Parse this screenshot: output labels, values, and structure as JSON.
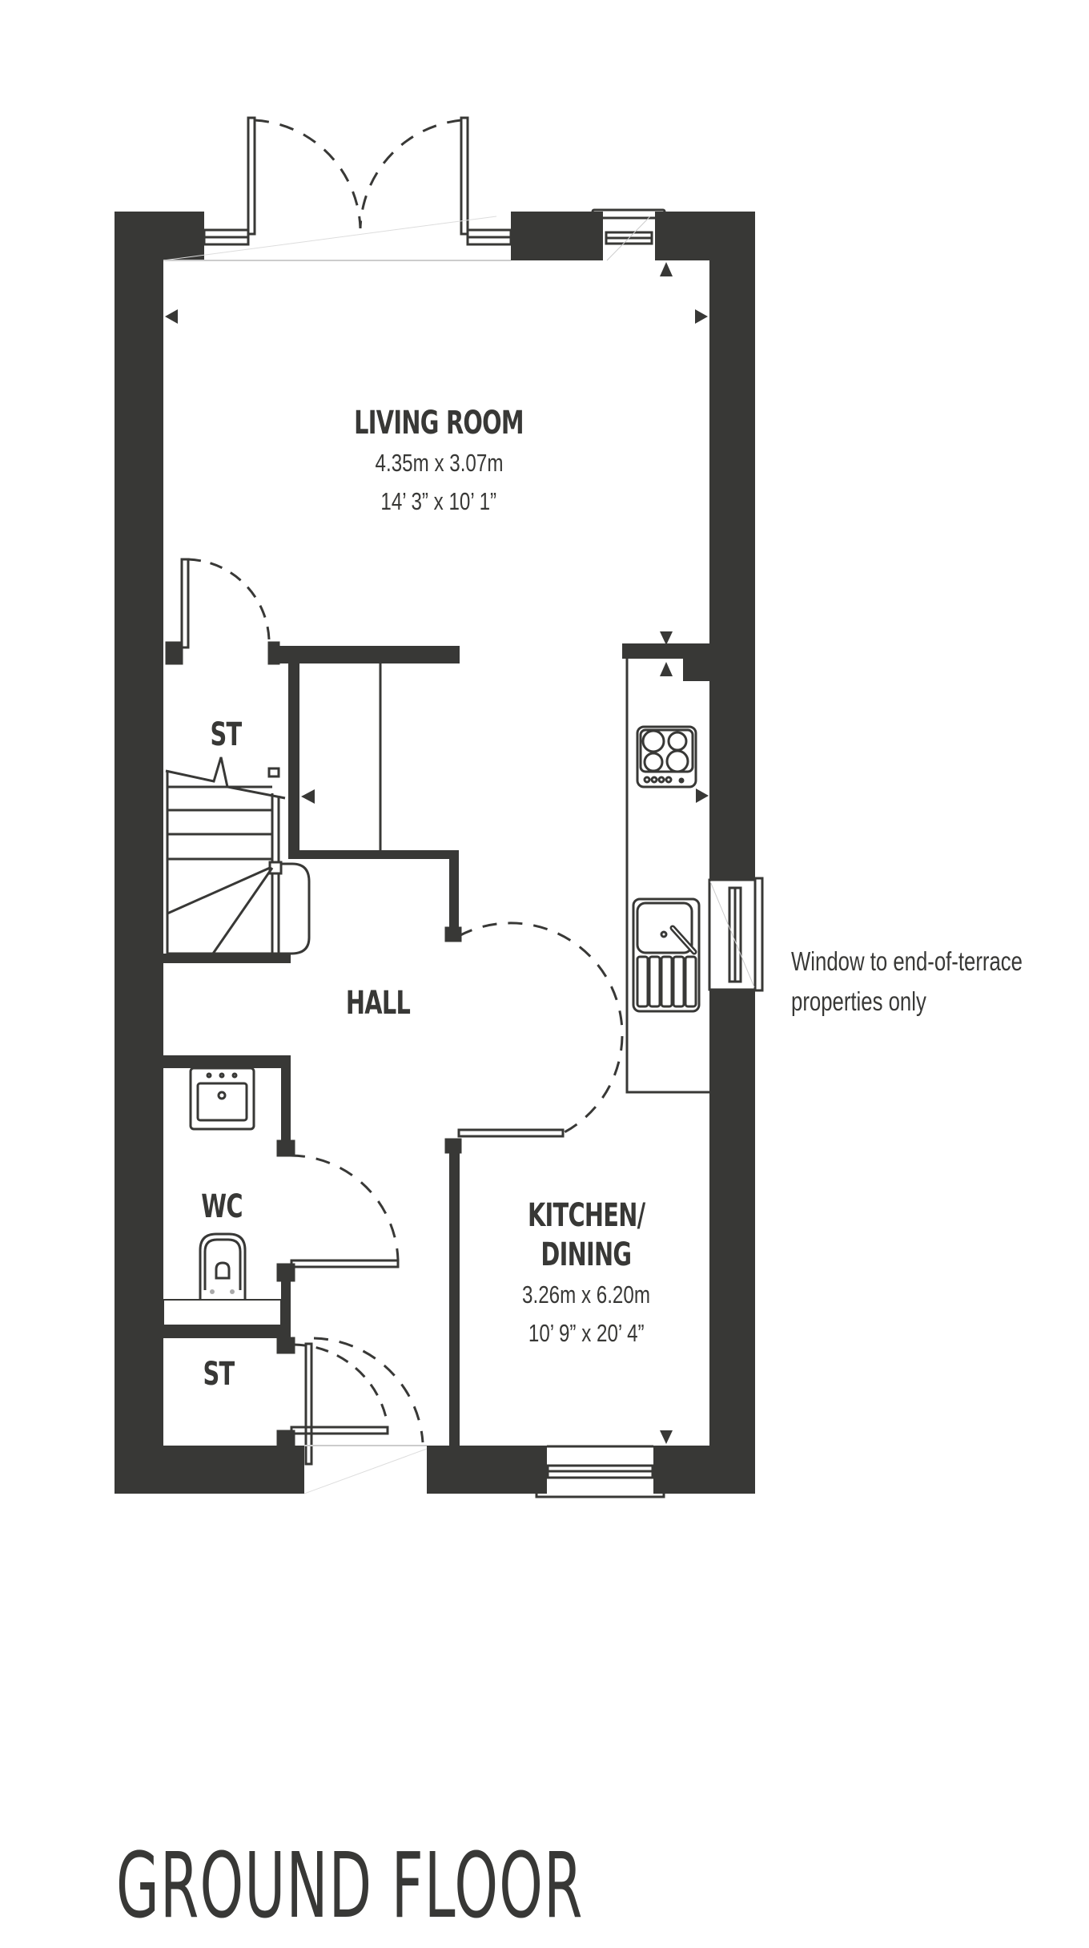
{
  "title": "GROUND FLOOR",
  "colors": {
    "wall": "#383836",
    "text": "#383836",
    "background": "#ffffff"
  },
  "rooms": {
    "living": {
      "name": "LIVING ROOM",
      "metric": "4.35m x 3.07m",
      "imperial": "14’ 3” x 10’ 1”"
    },
    "store_upper": {
      "name": "ST"
    },
    "hall": {
      "name": "HALL"
    },
    "wc": {
      "name": "WC"
    },
    "store_lower": {
      "name": "ST"
    },
    "kitchen": {
      "name_line1": "KITCHEN/",
      "name_line2": "DINING",
      "metric": "3.26m x 6.20m",
      "imperial": "10’ 9” x 20’ 4”"
    }
  },
  "annotations": {
    "window_note_line1": "Window to end-of-terrace",
    "window_note_line2": "properties only"
  },
  "symbols": [
    "french-doors-icon",
    "door-swing-icon",
    "window-icon",
    "staircase-icon",
    "hob-icon",
    "sink-icon",
    "toilet-icon",
    "basin-icon",
    "dimension-arrow-icon"
  ]
}
